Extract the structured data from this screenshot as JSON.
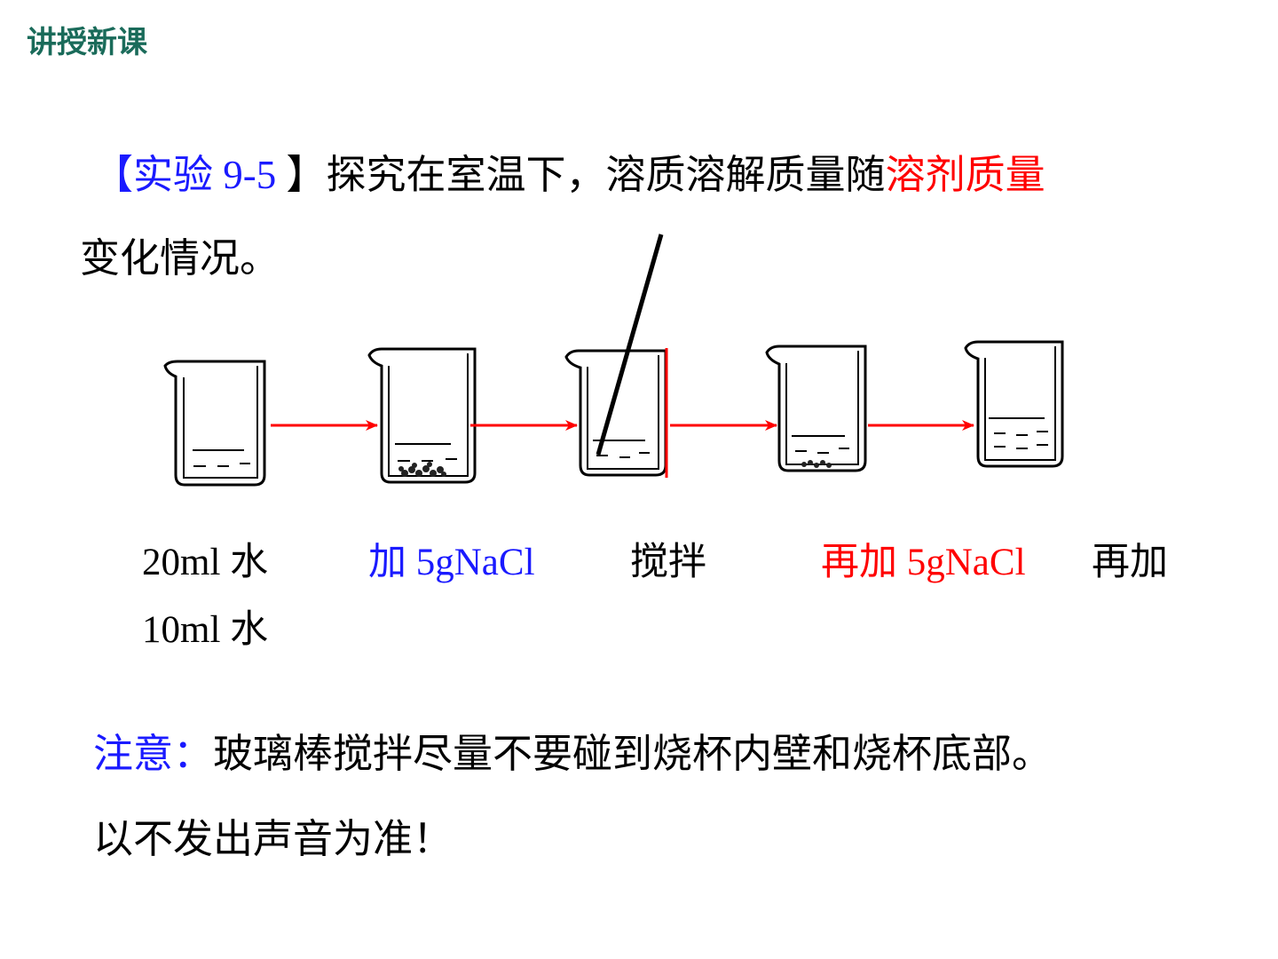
{
  "header": {
    "section_title": "讲授新课"
  },
  "experiment": {
    "tag_open": "【",
    "tag_label": "实验",
    "tag_number": " 9-5 ",
    "tag_close": "】",
    "text_before": "探究在室温下，溶质溶解质量随",
    "highlight": "溶剂质量",
    "text_after": "变化情况。"
  },
  "steps": {
    "water_20_amount": "20ml ",
    "water_20_unit": "水",
    "add_prefix": "加",
    "add_amount": " 5gNaCl",
    "stir": "搅拌",
    "readd_prefix": "再加",
    "readd_amount": " 5gNaCl",
    "readd_again": "再加",
    "water_10_amount": "10ml ",
    "water_10_unit": "水"
  },
  "note": {
    "label": "注意：",
    "text": "玻璃棒搅拌尽量不要碰到烧杯内壁和烧杯底部。",
    "line2": "以不发出声音为准！"
  },
  "colors": {
    "accent_blue": "#1a1aff",
    "accent_red": "#ff0000",
    "title_green": "#1a6b5a"
  },
  "icons": [
    "beaker-icon",
    "arrow-right-icon",
    "glass-rod-icon",
    "salt-crystals-icon"
  ]
}
